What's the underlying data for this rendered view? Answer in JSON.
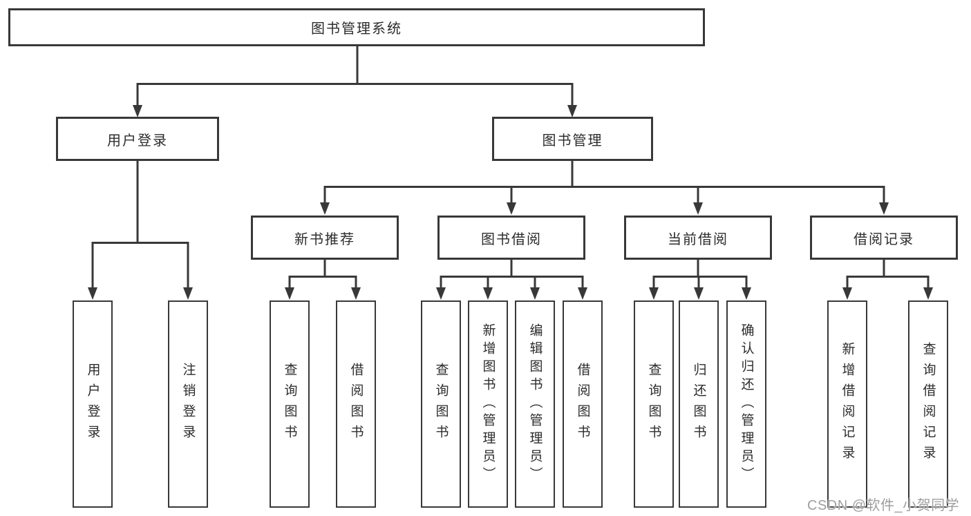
{
  "diagram": {
    "title": "图书管理系统",
    "level2": [
      {
        "id": "user-login",
        "label": "用户登录"
      },
      {
        "id": "book-management",
        "label": "图书管理"
      }
    ],
    "level3": [
      {
        "id": "new-book-recommend",
        "label": "新书推荐"
      },
      {
        "id": "book-borrow",
        "label": "图书借阅"
      },
      {
        "id": "current-borrow",
        "label": "当前借阅"
      },
      {
        "id": "borrow-records",
        "label": "借阅记录"
      }
    ],
    "leaves": {
      "user_login_group": [
        "用户登录",
        "注销登录"
      ],
      "new_book_group": [
        "查询图书",
        "借阅图书"
      ],
      "book_borrow_group": [
        "查询图书",
        "新增图书（管理员）",
        "编辑图书（管理员）",
        "借阅图书"
      ],
      "current_borrow_group": [
        "查询图书",
        "归还图书",
        "确认归还（管理员）"
      ],
      "borrow_record_group": [
        "新增借阅记录",
        "查询借阅记录"
      ]
    },
    "colors": {
      "line": "#383838",
      "text": "#2c2c2c",
      "background": "#ffffff",
      "watermark_text_color": "#9e9e9e"
    },
    "watermark": "CSDN @软件_小贺同学"
  }
}
